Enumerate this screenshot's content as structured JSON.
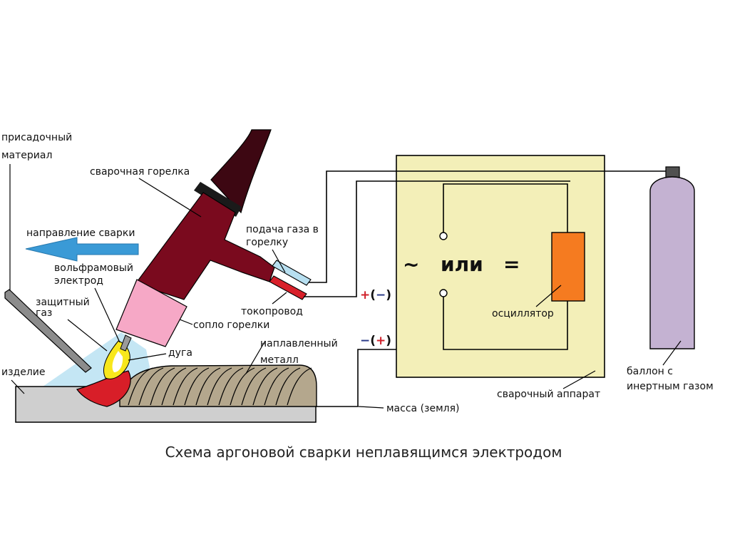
{
  "labels": {
    "filler_material_1": "присадочный",
    "filler_material_2": "материал",
    "torch": "сварочная горелка",
    "weld_direction": "направление сварки",
    "tungsten_electrode_1": "вольфрамовый",
    "tungsten_electrode_2": "электрод",
    "shielding_gas_1": "защитный",
    "shielding_gas_2": "газ",
    "workpiece": "изделие",
    "nozzle": "сопло горелки",
    "arc": "дуга",
    "deposited_metal_1": "наплавленный",
    "deposited_metal_2": "металл",
    "gas_supply_1": "подача газа в",
    "gas_supply_2": "горелку",
    "current_lead": "токопровод",
    "ground": "масса (земля)",
    "oscillator": "осциллятор",
    "welding_machine": "сварочный аппарат",
    "cylinder_1": "баллон с",
    "cylinder_2": "инертным газом"
  },
  "power": {
    "ac_symbol": "~",
    "or_text": "или",
    "dc_symbol": "="
  },
  "polarity": {
    "top_sign": "+",
    "top_paren_open": "(",
    "top_alt_sign": "−",
    "top_paren_close": ")",
    "bottom_sign": "−",
    "bottom_paren_open": "(",
    "bottom_alt_sign": "+",
    "bottom_paren_close": ")"
  },
  "caption": "Схема аргоновой сварки неплавящимся электродом",
  "colors": {
    "torch": "#7a0a1e",
    "torch_handle": "#3d0712",
    "nozzle": "#f6a8c6",
    "machine_fill": "#f3efb8",
    "oscillator": "#f57b20",
    "cylinder": "#c4b2d2",
    "deposit": "#b4a78d",
    "workpiece": "#cfcfcf",
    "shield_gas": "#c4e6f4",
    "arrow": "#3a9ad6",
    "plus": "#d0202a",
    "minus": "#2a3a88",
    "gas_hose": "#b7dff0",
    "current_hose": "#d8202a",
    "weld_pool": "#d81e28",
    "arc_yellow": "#f8e71c"
  }
}
